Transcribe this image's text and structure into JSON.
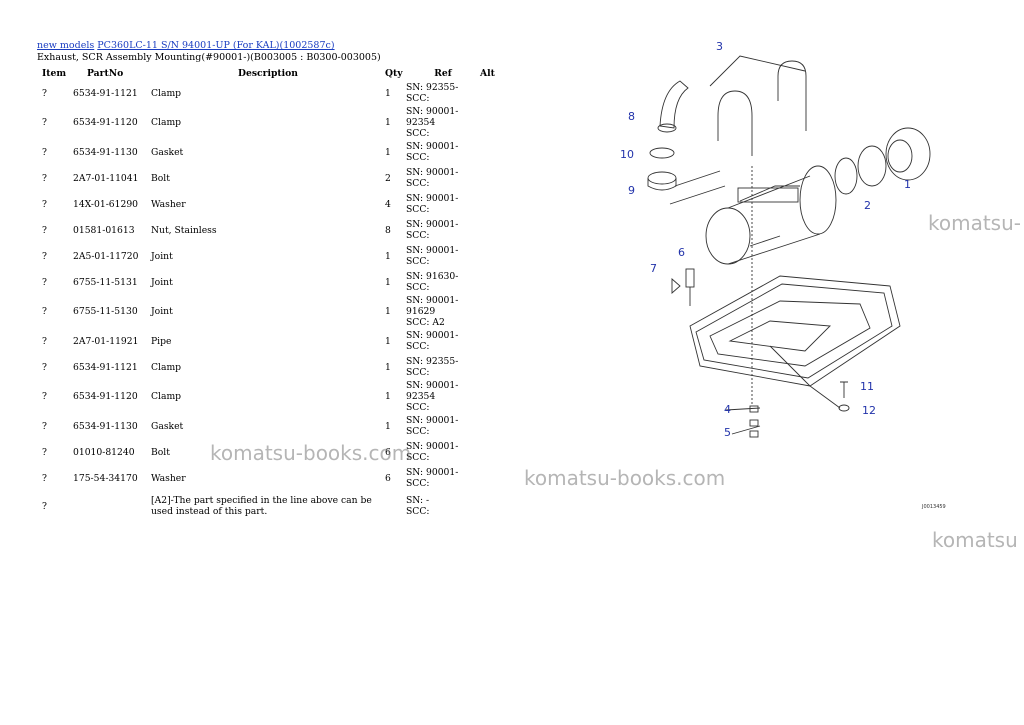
{
  "breadcrumb": {
    "link1": "new models",
    "link2": "PC360LC-11 S/N 94001-UP (For KAL)(1002587c)"
  },
  "subtitle": "Exhaust, SCR Assembly Mounting(#90001-)(B003005 : B0300-003005)",
  "table": {
    "headers": [
      "Item",
      "PartNo",
      "Description",
      "Qty",
      "Ref",
      "Alt"
    ],
    "rows": [
      {
        "item": "?",
        "part": "6534-91-1121",
        "desc": "Clamp",
        "qty": "1",
        "ref1": "SN: 92355-",
        "ref2": "SCC:"
      },
      {
        "item": "?",
        "part": "6534-91-1120",
        "desc": "Clamp",
        "qty": "1",
        "ref1": "SN: 90001-92354",
        "ref2": "SCC:"
      },
      {
        "item": "?",
        "part": "6534-91-1130",
        "desc": "Gasket",
        "qty": "1",
        "ref1": "SN: 90001-",
        "ref2": "SCC:"
      },
      {
        "item": "?",
        "part": "2A7-01-11041",
        "desc": "Bolt",
        "qty": "2",
        "ref1": "SN: 90001-",
        "ref2": "SCC:"
      },
      {
        "item": "?",
        "part": "14X-01-61290",
        "desc": "Washer",
        "qty": "4",
        "ref1": "SN: 90001-",
        "ref2": "SCC:"
      },
      {
        "item": "?",
        "part": "01581-01613",
        "desc": "Nut, Stainless",
        "qty": "8",
        "ref1": "SN: 90001-",
        "ref2": "SCC:"
      },
      {
        "item": "?",
        "part": "2A5-01-11720",
        "desc": "Joint",
        "qty": "1",
        "ref1": "SN: 90001-",
        "ref2": "SCC:"
      },
      {
        "item": "?",
        "part": "6755-11-5131",
        "desc": "Joint",
        "qty": "1",
        "ref1": "SN: 91630-",
        "ref2": "SCC:"
      },
      {
        "item": "?",
        "part": "6755-11-5130",
        "desc": "Joint",
        "qty": "1",
        "ref1": "SN: 90001-91629",
        "ref2": "SCC: A2"
      },
      {
        "item": "?",
        "part": "2A7-01-11921",
        "desc": "Pipe",
        "qty": "1",
        "ref1": "SN: 90001-",
        "ref2": "SCC:"
      },
      {
        "item": "?",
        "part": "6534-91-1121",
        "desc": "Clamp",
        "qty": "1",
        "ref1": "SN: 92355-",
        "ref2": "SCC:"
      },
      {
        "item": "?",
        "part": "6534-91-1120",
        "desc": "Clamp",
        "qty": "1",
        "ref1": "SN: 90001-92354",
        "ref2": "SCC:"
      },
      {
        "item": "?",
        "part": "6534-91-1130",
        "desc": "Gasket",
        "qty": "1",
        "ref1": "SN: 90001-",
        "ref2": "SCC:"
      },
      {
        "item": "?",
        "part": "01010-81240",
        "desc": "Bolt",
        "qty": "6",
        "ref1": "SN: 90001-",
        "ref2": "SCC:"
      },
      {
        "item": "?",
        "part": "175-54-34170",
        "desc": "Washer",
        "qty": "6",
        "ref1": "SN: 90001-",
        "ref2": "SCC:"
      }
    ],
    "note": {
      "item": "?",
      "text1": "[A2]-The part specified in the line above can be",
      "text2": "used instead of this part.",
      "ref1": "SN: -",
      "ref2": "SCC:"
    }
  },
  "watermark": "komatsu-books.com",
  "watermark_partial": "komatsu-",
  "watermark_partial2": "komatsu",
  "diagram": {
    "callouts": [
      "1",
      "2",
      "3",
      "4",
      "5",
      "6",
      "7",
      "8",
      "9",
      "10",
      "11",
      "12"
    ],
    "figure_code": "J0013459",
    "callout_color": "#2233aa"
  }
}
